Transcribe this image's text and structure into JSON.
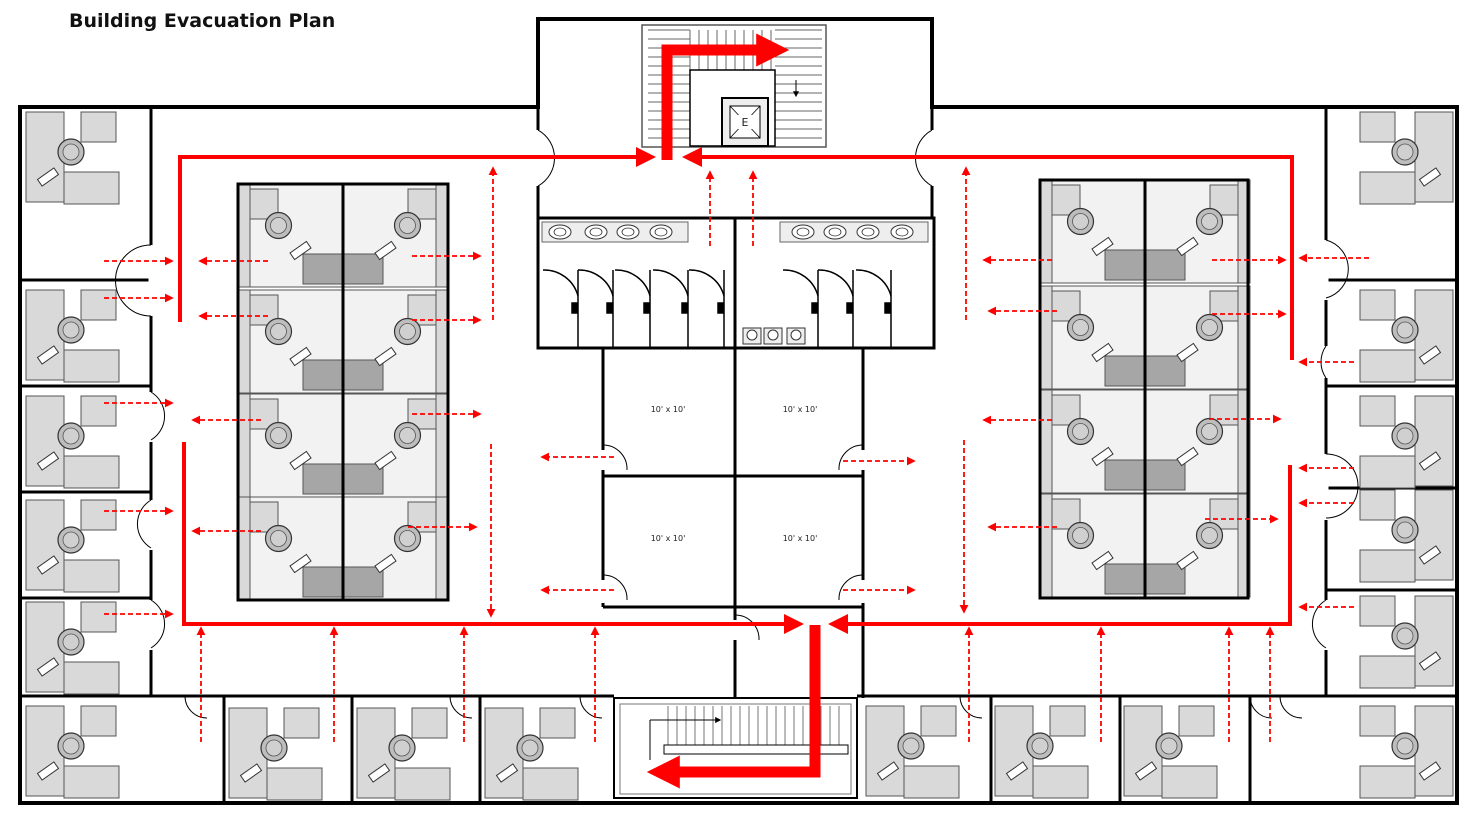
{
  "title": "Building Evacuation Plan",
  "elevator_label": "E",
  "room_labels": [
    "10' x 10'",
    "10' x 10'",
    "10' x 10'",
    "10' x 10'"
  ],
  "colors": {
    "wall": "#000000",
    "evacuation_route": "#ff0000",
    "furniture_fill": "#d9d9d9",
    "furniture_dark": "#a6a6a6",
    "furniture_stroke": "#555555"
  },
  "icons": [
    "elevator-icon",
    "staircase-icon",
    "door-swing-icon",
    "desk-icon",
    "chair-icon",
    "sink-icon",
    "toilet-stall-icon",
    "urinal-icon",
    "evacuation-arrow-icon"
  ]
}
